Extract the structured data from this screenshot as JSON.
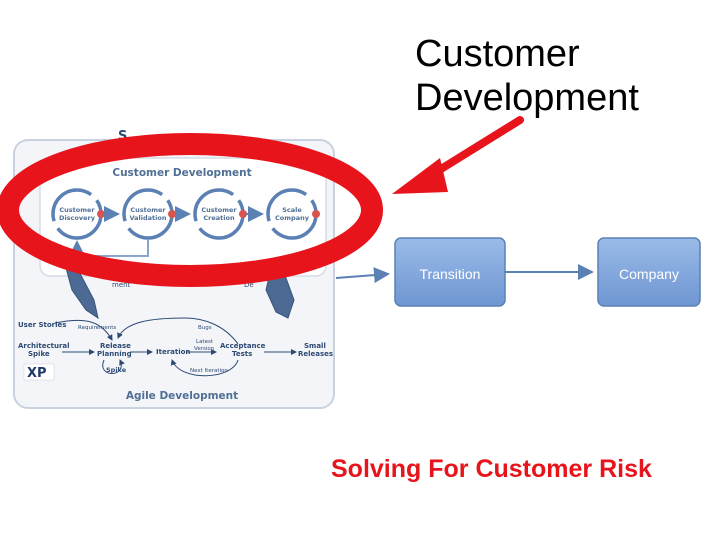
{
  "slide": {
    "heading_line1": "Customer",
    "heading_line2": "Development",
    "footer": "Solving For Customer Risk"
  },
  "diagram": {
    "top_text": "S",
    "customer_dev_title": "Customer Development",
    "circles": [
      {
        "line1": "Customer",
        "line2": "Discovery"
      },
      {
        "line1": "Customer",
        "line2": "Validation"
      },
      {
        "line1": "Customer",
        "line2": "Creation"
      },
      {
        "line1": "Scale",
        "line2": "Company"
      }
    ],
    "agile": {
      "title": "Agile Development",
      "user_stories": "User Stories",
      "requirements": "Requirements",
      "bugs": "Bugs",
      "latest_version_1": "Latest",
      "latest_version_2": "Version",
      "arch_spike_1": "Architectural",
      "arch_spike_2": "Spike",
      "release_planning_1": "Release",
      "release_planning_2": "Planning",
      "iteration": "Iteration",
      "acceptance_1": "Acceptance",
      "acceptance_2": "Tests",
      "small_releases_1": "Small",
      "small_releases_2": "Releases",
      "spike": "Spike",
      "next_iteration": "Next Iteration",
      "xp_logo": "XP",
      "left_faded": "ment",
      "right_faded": "De"
    },
    "transition_label": "Transition",
    "company_label": "Company"
  },
  "colors": {
    "highlight_red": "#e8141b",
    "box_blue": "#7fa6de",
    "arrow_blue": "#5a80b4"
  }
}
